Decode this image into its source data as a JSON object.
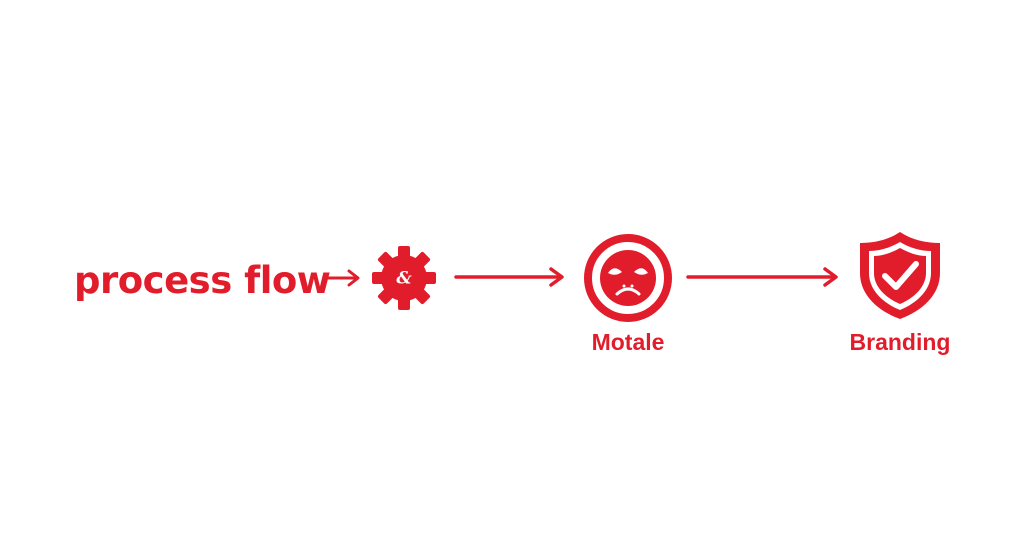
{
  "diagram": {
    "title": "process flow",
    "nodes": [
      {
        "id": "gear",
        "icon": "gear-icon",
        "glyph": "&",
        "label": ""
      },
      {
        "id": "face",
        "icon": "sad-face-icon",
        "label": "Motale"
      },
      {
        "id": "shield",
        "icon": "shield-check-icon",
        "label": "Branding"
      }
    ],
    "edges": [
      {
        "from": "title",
        "to": "gear"
      },
      {
        "from": "gear",
        "to": "face"
      },
      {
        "from": "face",
        "to": "shield"
      }
    ]
  },
  "colors": {
    "accent": "#e21d2b",
    "background": "#ffffff",
    "icon_detail": "#ffffff"
  }
}
